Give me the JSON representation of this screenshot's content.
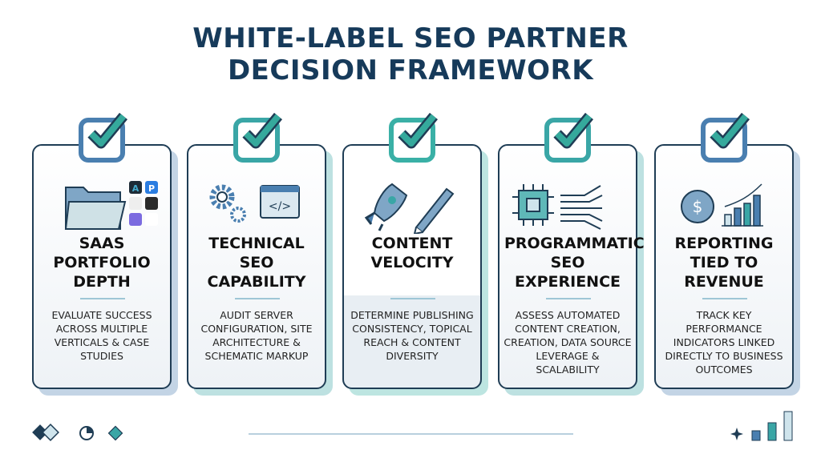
{
  "title_lines": [
    "WHITE-LABEL SEO PARTNER",
    "DECISION FRAMEWORK"
  ],
  "cards": [
    {
      "title": "SAAS PORTFOLIO DEPTH",
      "description": "EVALUATE SUCCESS ACROSS MULTIPLE VERTICALS & CASE STUDIES",
      "icons": [
        "folder-icon",
        "app-logos-icon"
      ],
      "accent": "#4a7fb0"
    },
    {
      "title": "TECHNICAL SEO CAPABILITY",
      "description": "AUDIT SERVER CONFIGURATION, SITE ARCHITECTURE & SCHEMATIC MARKUP",
      "icons": [
        "gears-icon",
        "code-window-icon"
      ],
      "accent": "#3aa6a6"
    },
    {
      "title": "CONTENT VELOCITY",
      "description": "DETERMINE PUBLISHING CONSISTENCY, TOPICAL REACH & CONTENT DIVERSITY",
      "icons": [
        "rocket-icon",
        "pen-icon"
      ],
      "accent": "#3ab0a6"
    },
    {
      "title": "PROGRAMMATIC SEO EXPERIENCE",
      "description": "ASSESS AUTOMATED CONTENT CREATION, CREATION, DATA SOURCE LEVERAGE & SCALABILITY",
      "icons": [
        "chip-icon",
        "circuit-lines-icon"
      ],
      "accent": "#3aa6a6"
    },
    {
      "title": "REPORTING TIED TO REVENUE",
      "description": "TRACK KEY PERFORMANCE INDICATORS LINKED DIRECTLY TO BUSINESS OUTCOMES",
      "icons": [
        "dollar-coin-icon",
        "growth-chart-icon"
      ],
      "accent": "#4a7fb0"
    }
  ],
  "colors": {
    "navy": "#163a5a",
    "teal": "#3aa6a6",
    "check": "#35a99c",
    "blue": "#4a7fb0"
  }
}
